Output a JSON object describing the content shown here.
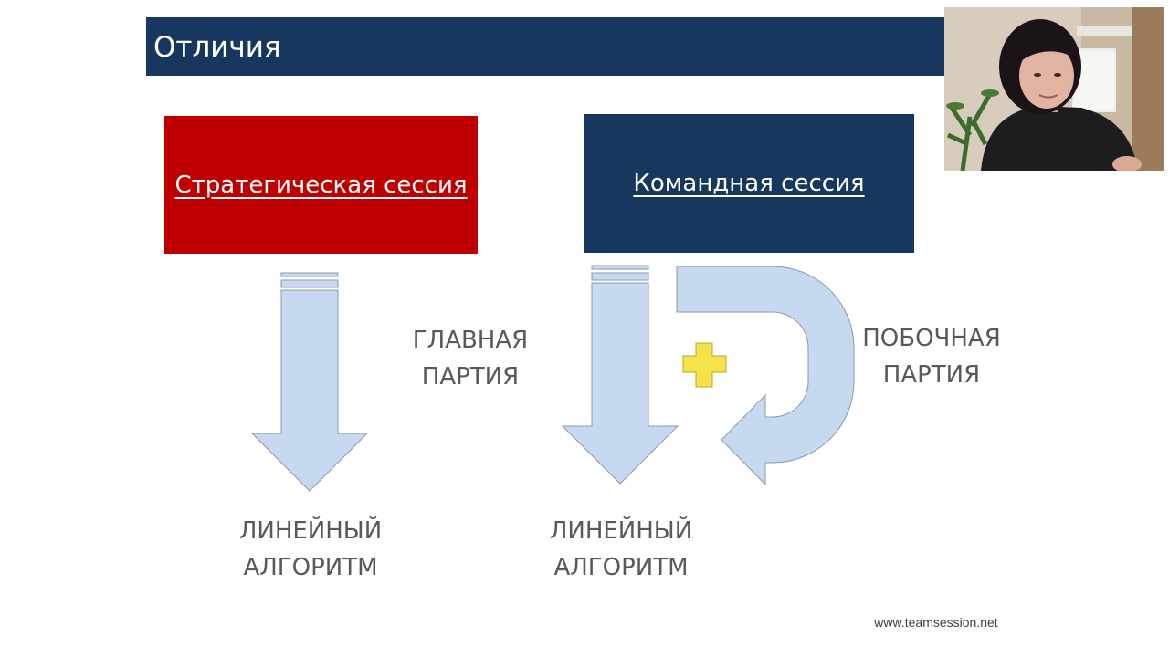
{
  "slide": {
    "title": "Отличия",
    "boxes": {
      "strategic_label": "Стратегическая сессия",
      "team_label": "Командная сессия"
    },
    "captions": {
      "main_line1": "ГЛАВНАЯ",
      "main_line2": "ПАРТИЯ",
      "side_line1": "ПОБОЧНАЯ",
      "side_line2": "ПАРТИЯ",
      "linear1_line1": "ЛИНЕЙНЫЙ",
      "linear1_line2": "АЛГОРИТМ",
      "linear2_line1": "ЛИНЕЙНЫЙ",
      "linear2_line2": "АЛГОРИТМ"
    },
    "footer_url": "www.teamsession.net"
  },
  "colors": {
    "title_bar": "#17375e",
    "strategic_box": "#c00000",
    "team_box": "#17375e",
    "arrow_fill": "#c6d9f1",
    "arrow_stroke": "#8a9ab0",
    "plus_fill": "#f5e34a",
    "caption_text": "#595959"
  },
  "icons": {
    "down_arrow_left": "down-arrow-icon",
    "down_arrow_right": "down-arrow-icon",
    "u_turn_arrow": "u-turn-arrow-icon",
    "plus": "plus-icon"
  },
  "webcam": {
    "content": "presenter-video"
  }
}
